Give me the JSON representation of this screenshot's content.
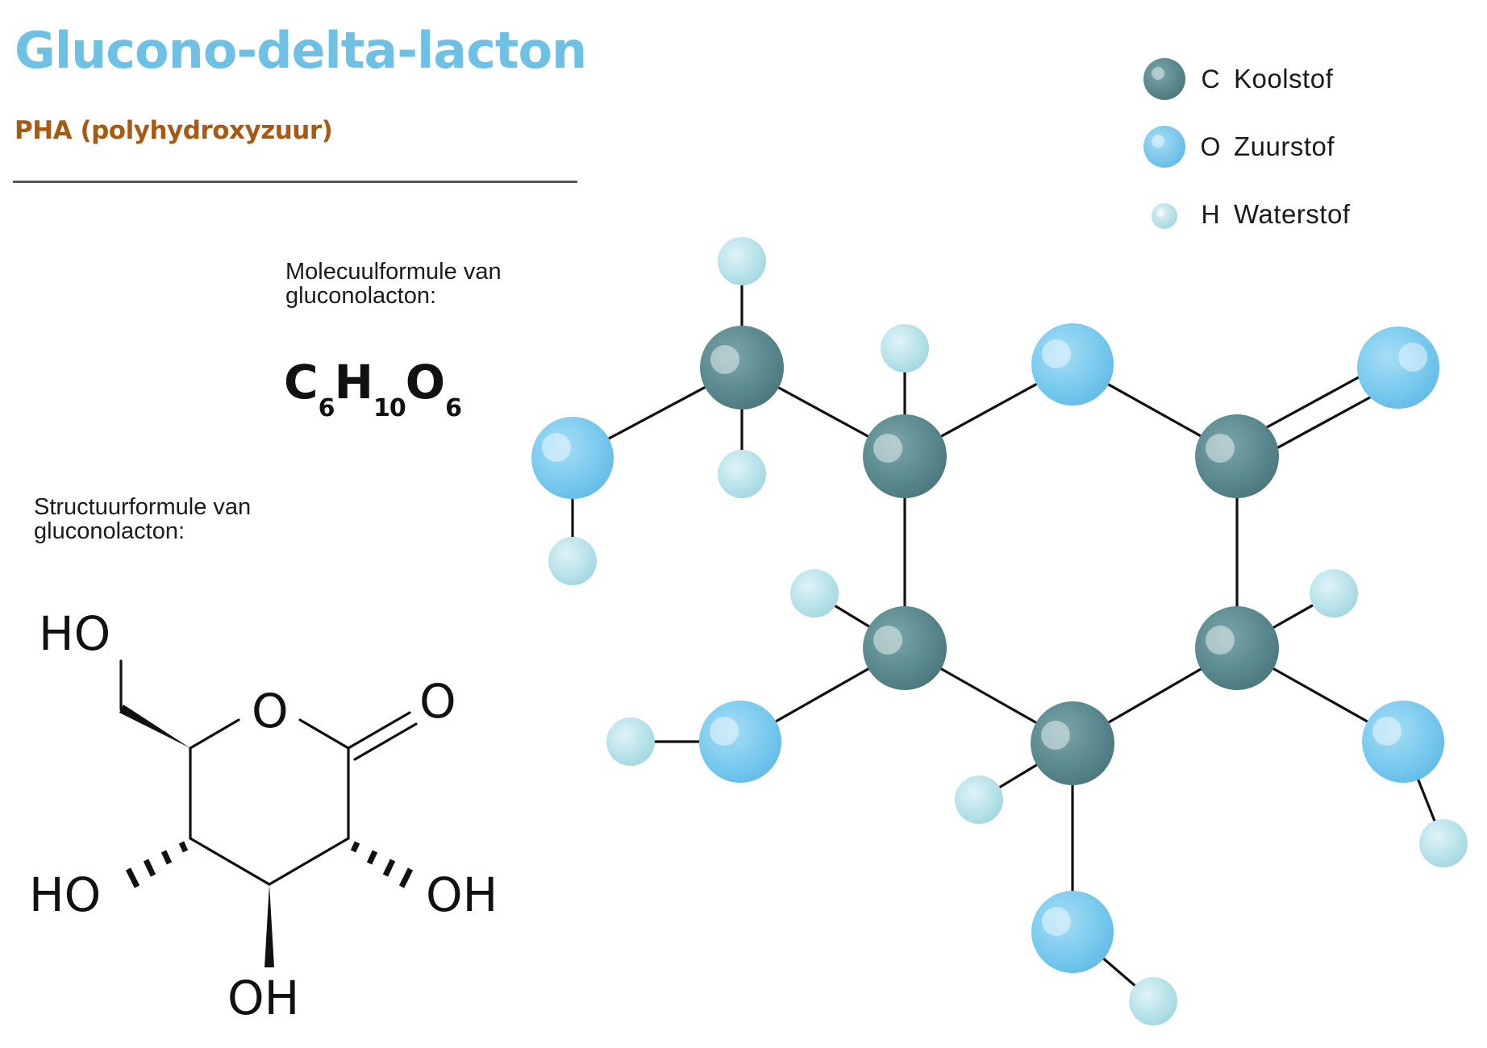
{
  "header": {
    "title": "Glucono-delta-lacton",
    "subtitle": "PHA (polyhydroxyzuur)"
  },
  "molecular_formula": {
    "label": "Molecuulformule van\ngluconolacton:",
    "parts": [
      {
        "element": "C",
        "count": "6"
      },
      {
        "element": "H",
        "count": "10"
      },
      {
        "element": "O",
        "count": "6"
      }
    ]
  },
  "structural_formula": {
    "label": "Structuurformule van\ngluconolacton:",
    "groups": {
      "ho_top": "HO",
      "ring_o": "O",
      "carbonyl_o": "O",
      "ho_left": "HO",
      "oh_right": "OH",
      "oh_bottom": "OH"
    }
  },
  "legend": [
    {
      "symbol": "C",
      "name": "Koolstof",
      "type": "carbon"
    },
    {
      "symbol": "O",
      "name": "Zuurstof",
      "type": "oxygen"
    },
    {
      "symbol": "H",
      "name": "Waterstof",
      "type": "hydrogen"
    }
  ],
  "colors": {
    "title": "#6ec0e4",
    "subtitle": "#a75a12",
    "carbon": "#5b8a8f",
    "oxygen": "#7ccbef",
    "hydrogen": "#b9e3ea",
    "bond": "#111111"
  }
}
